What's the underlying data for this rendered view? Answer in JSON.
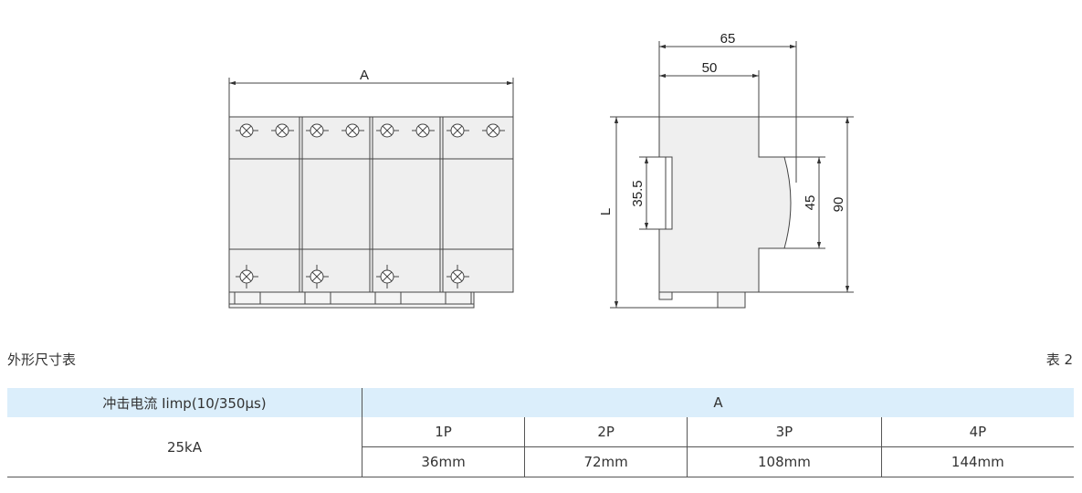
{
  "drawing": {
    "front_dim_label": "A",
    "side_dims": {
      "top_outer": "65",
      "top_inner": "50",
      "rail_height": "35.5",
      "total_height": "L",
      "window_height": "45",
      "body_height": "90"
    }
  },
  "caption": {
    "left": "外形尺寸表",
    "right": "表 2"
  },
  "table": {
    "header_col1": "冲击电流 Iimp(10/350μs)",
    "header_col2": "A",
    "current_value": "25kA",
    "poles": [
      "1P",
      "2P",
      "3P",
      "4P"
    ],
    "sizes": [
      "36mm",
      "72mm",
      "108mm",
      "144mm"
    ]
  },
  "colors": {
    "body_fill": "#efefef",
    "line": "#444444",
    "header_bg": "#dbeefb"
  }
}
